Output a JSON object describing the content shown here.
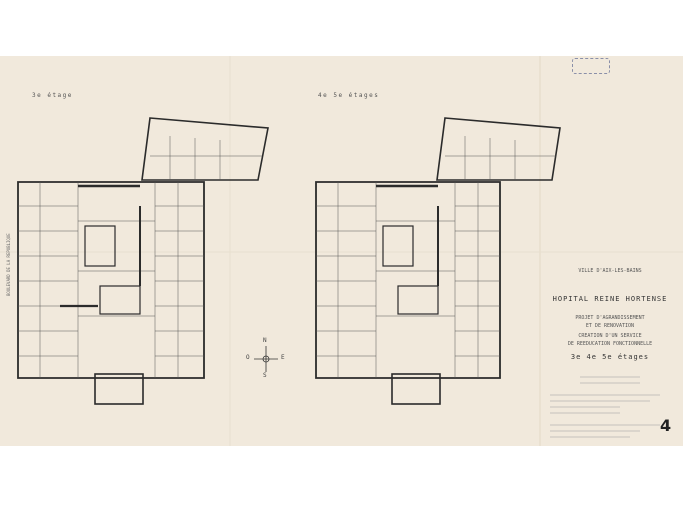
{
  "sheet": {
    "left_plan_title": "3e étage",
    "right_plan_title": "4e 5e étages",
    "compass": {
      "n": "N",
      "s": "S",
      "e": "E",
      "w": "O"
    },
    "left_plan_facade_label": "BOULEVARD DE LA REPUBLIQUE",
    "title_block": {
      "line1": "VILLE D'AIX-LES-BAINS",
      "line2": "HOPITAL REINE HORTENSE",
      "line3": "PROJET D'AGRANDISSEMENT",
      "line4": "ET DE RENOVATION",
      "line5": "CREATION D'UN SERVICE",
      "line6": "DE REEDUCATION FONCTIONNELLE",
      "line7": "3e 4e 5e étages",
      "sheet_number": "4"
    }
  }
}
